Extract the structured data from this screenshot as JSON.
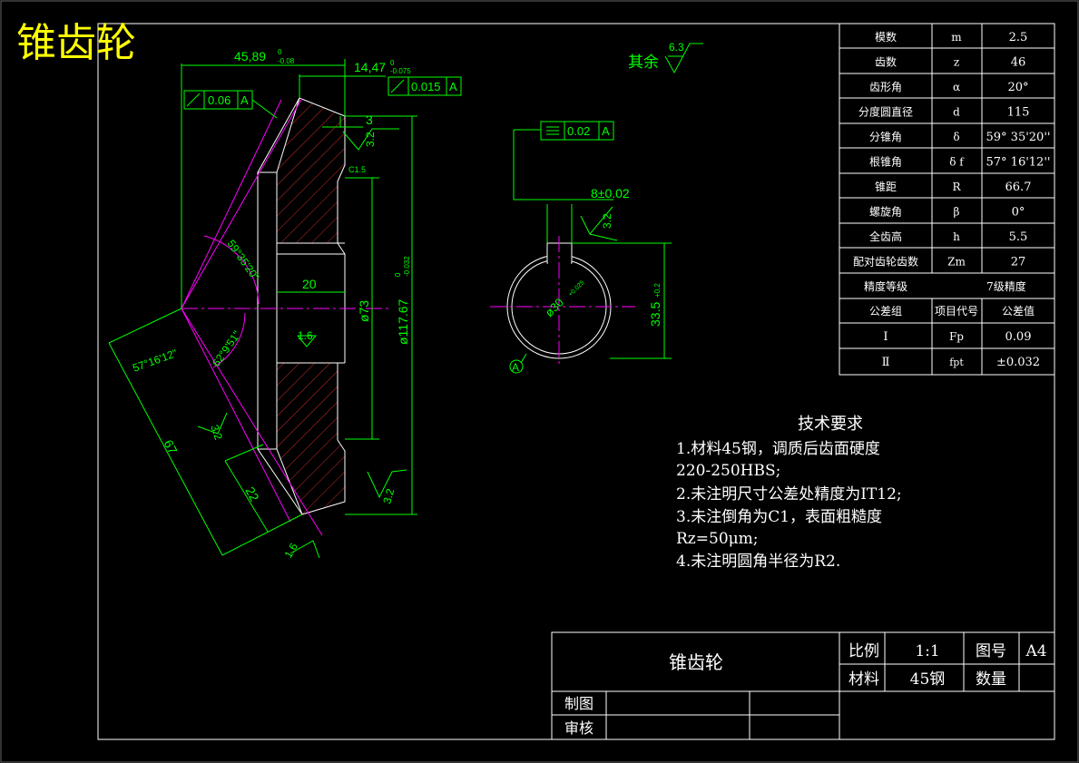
{
  "title": "锥齿轮",
  "colors": {
    "frame": "#ffffff",
    "dimension": "#00ff00",
    "title": "#ffff00",
    "center": "#ff00ff",
    "hatch": "#ff3333"
  },
  "params": [
    {
      "name": "模数",
      "symbol": "m",
      "value": "2.5"
    },
    {
      "name": "齿数",
      "symbol": "z",
      "value": "46"
    },
    {
      "name": "齿形角",
      "symbol": "α",
      "value": "20°"
    },
    {
      "name": "分度圆直径",
      "symbol": "d",
      "value": "115"
    },
    {
      "name": "分锥角",
      "symbol": "δ",
      "value": "59° 35'20''"
    },
    {
      "name": "根锥角",
      "symbol": "δ f",
      "value": "57° 16'12''"
    },
    {
      "name": "锥距",
      "symbol": "R",
      "value": "66.7"
    },
    {
      "name": "螺旋角",
      "symbol": "β",
      "value": "0°"
    },
    {
      "name": "全齿高",
      "symbol": "h",
      "value": "5.5"
    },
    {
      "name": "配对齿轮齿数",
      "symbol": "Zm",
      "value": "27"
    }
  ],
  "accuracy": {
    "label": "精度等级",
    "value": "7级精度"
  },
  "tolerance": {
    "headers": [
      "公差组",
      "项目代号",
      "公差值"
    ],
    "rows": [
      {
        "group": "Ⅰ",
        "code": "Fp",
        "value": "0.09"
      },
      {
        "group": "Ⅱ",
        "code": "fpt",
        "value": "±0.032"
      }
    ]
  },
  "tech": {
    "heading": "技术要求",
    "lines": [
      "1.材料45钢，调质后齿面硬度",
      "220-250HBS;",
      "2.未注明尺寸公差处精度为IT12;",
      "3.未注倒角为C1，表面粗糙度",
      "Rz=50μm;",
      "4.未注明圆角半径为R2."
    ]
  },
  "title_block": {
    "name": "锥齿轮",
    "scale_label": "比例",
    "scale": "1:1",
    "drawing_no_label": "图号",
    "drawing_no": "A4",
    "material_label": "材料",
    "material": "45钢",
    "qty_label": "数量",
    "drawn_label": "制图",
    "checked_label": "审核"
  },
  "dims": {
    "d45": "45,89",
    "d45_tol": "0",
    "d45_tol2": "-0.08",
    "d14": "14,47",
    "d14_tol": "0",
    "d14_tol2": "-0.075",
    "fcf1": "0.06",
    "fcf1_ref": "A",
    "fcf2": "0.015",
    "fcf2_ref": "A",
    "fcf3": "0.02",
    "fcf3_ref": "A",
    "d3": "3",
    "c15": "C1.5",
    "r32a": "3.2",
    "r32b": "3.2",
    "r32c": "3.2",
    "r32d": "3.2",
    "r16a": "1.6",
    "r16b": "1.6",
    "d20": "20",
    "d73": "ø73",
    "d117": "ø117.67",
    "d117_tol": "0",
    "d117_tol2": "-0.032",
    "ang1": "59°35'20\"",
    "ang2": "57°16'12\"",
    "ang3": "62°9'51\"",
    "d67": "67",
    "d22": "22",
    "d8": "8±0.02",
    "d30": "ø30",
    "d30_tol": "+0.025",
    "d335": "33.5",
    "d335_tol": "+0.2",
    "datum": "A",
    "rest_label": "其余",
    "rest_value": "6.3"
  }
}
